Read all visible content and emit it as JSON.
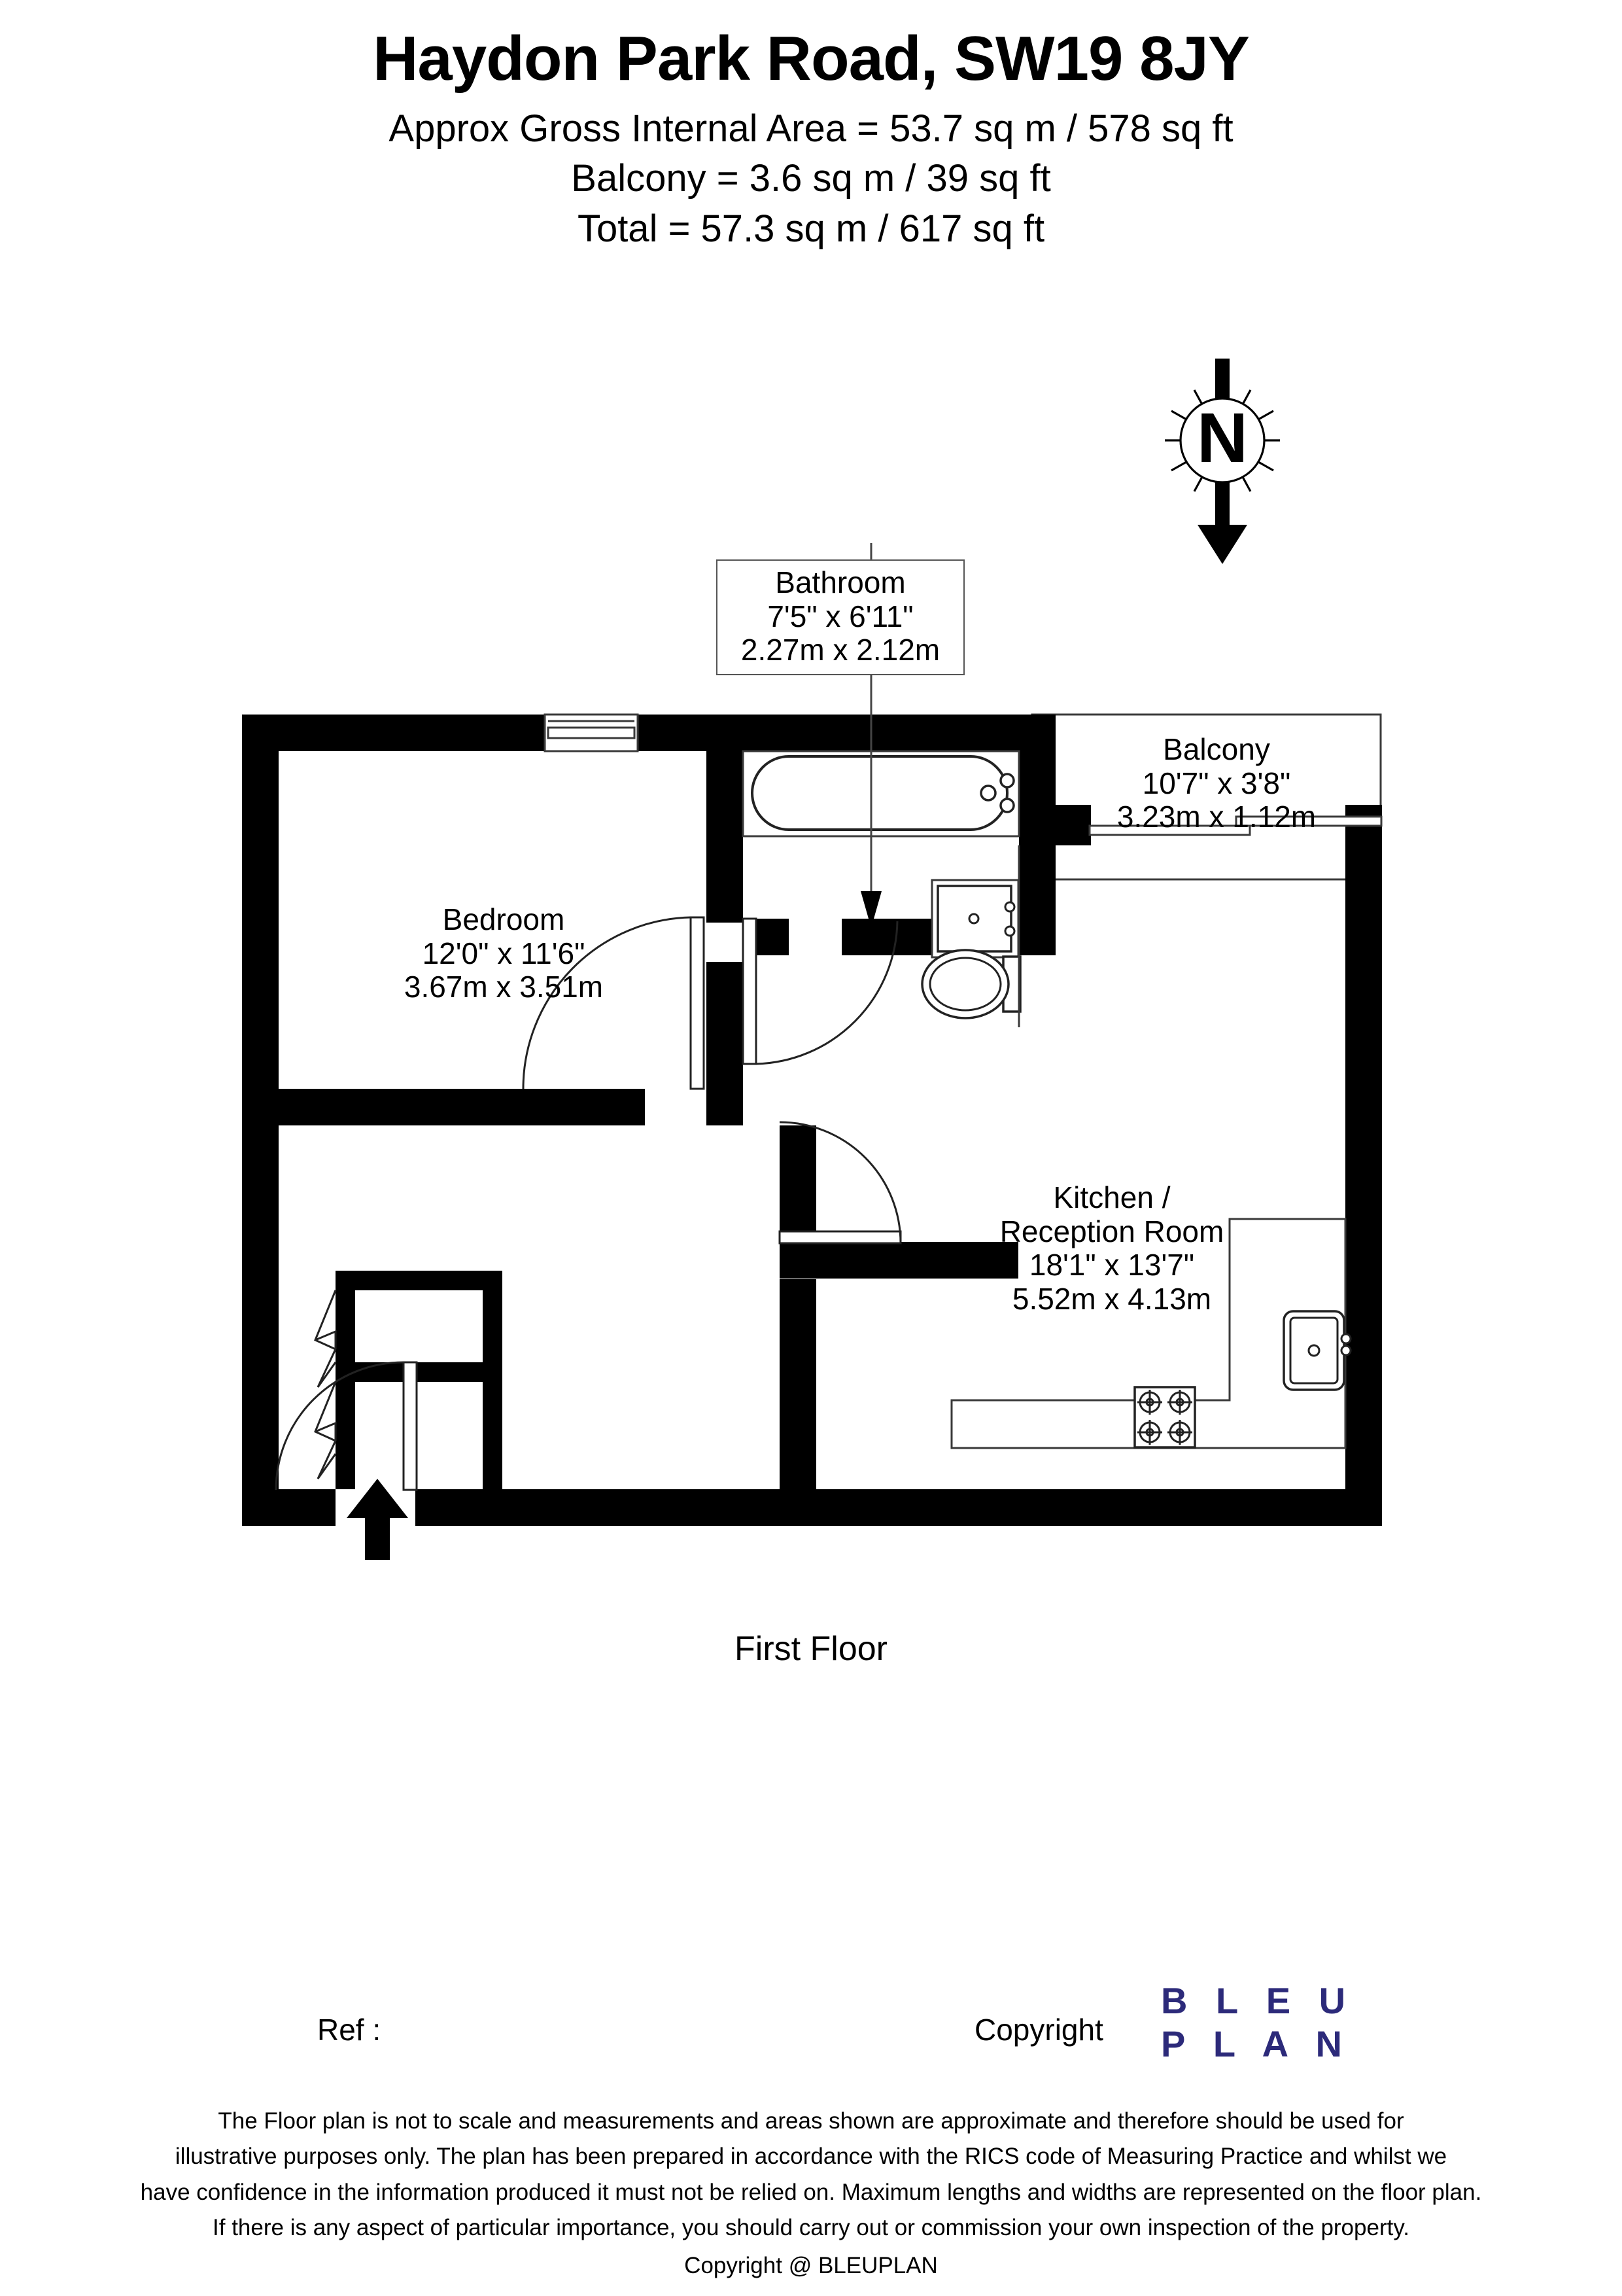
{
  "header": {
    "title": "Haydon Park Road, SW19 8JY",
    "area_lines": [
      "Approx Gross Internal Area = 53.7 sq m / 578 sq ft",
      "Balcony = 3.6 sq m / 39 sq ft",
      "Total = 57.3 sq m / 617 sq ft"
    ]
  },
  "compass": {
    "label": "N",
    "direction": "down"
  },
  "floor_label": "First Floor",
  "rooms": [
    {
      "id": "bathroom",
      "name": "Bathroom",
      "imperial": "7'5\" x 6'11\"",
      "metric": "2.27m x 2.12m"
    },
    {
      "id": "bedroom",
      "name": "Bedroom",
      "imperial": "12'0\" x 11'6\"",
      "metric": "3.67m x 3.51m"
    },
    {
      "id": "balcony",
      "name": "Balcony",
      "imperial": "10'7\" x 3'8\"",
      "metric": "3.23m x 1.12m"
    },
    {
      "id": "kitchen",
      "name": "Kitchen /",
      "name2": "Reception Room",
      "imperial": "18'1\" x 13'7\"",
      "metric": "5.52m x 4.13m"
    }
  ],
  "footer": {
    "ref_label": "Ref  :",
    "copyright_label": "Copyright",
    "logo_line1": "B L E U",
    "logo_line2": "P L A N",
    "logo_color": "#2c2a7a",
    "disclaimer": [
      "The Floor plan is not to scale and measurements and areas shown are approximate and therefore should be used for",
      "illustrative purposes only. The plan has been prepared in accordance with the RICS code of Measuring Practice and whilst we",
      "have confidence in the information produced it must not be relied on. Maximum lengths and widths are represented on the floor plan.",
      "If there is any aspect of particular importance, you should carry out or commission your own inspection of the property."
    ],
    "copyright_line": "Copyright @ BLEUPLAN"
  },
  "colors": {
    "wall": "#000000",
    "background": "#ffffff",
    "fixture_stroke": "#222222",
    "logo": "#2c2a7a"
  },
  "fixtures": [
    "bath-tub",
    "wash-basin",
    "toilet",
    "kitchen-sink",
    "hob-cooker",
    "kitchen-counter",
    "bedroom-window",
    "balcony-sliding-door",
    "entrance-door",
    "bedroom-door",
    "bathroom-door",
    "cupboard-upper",
    "cupboard-lower",
    "entry-arrow"
  ]
}
